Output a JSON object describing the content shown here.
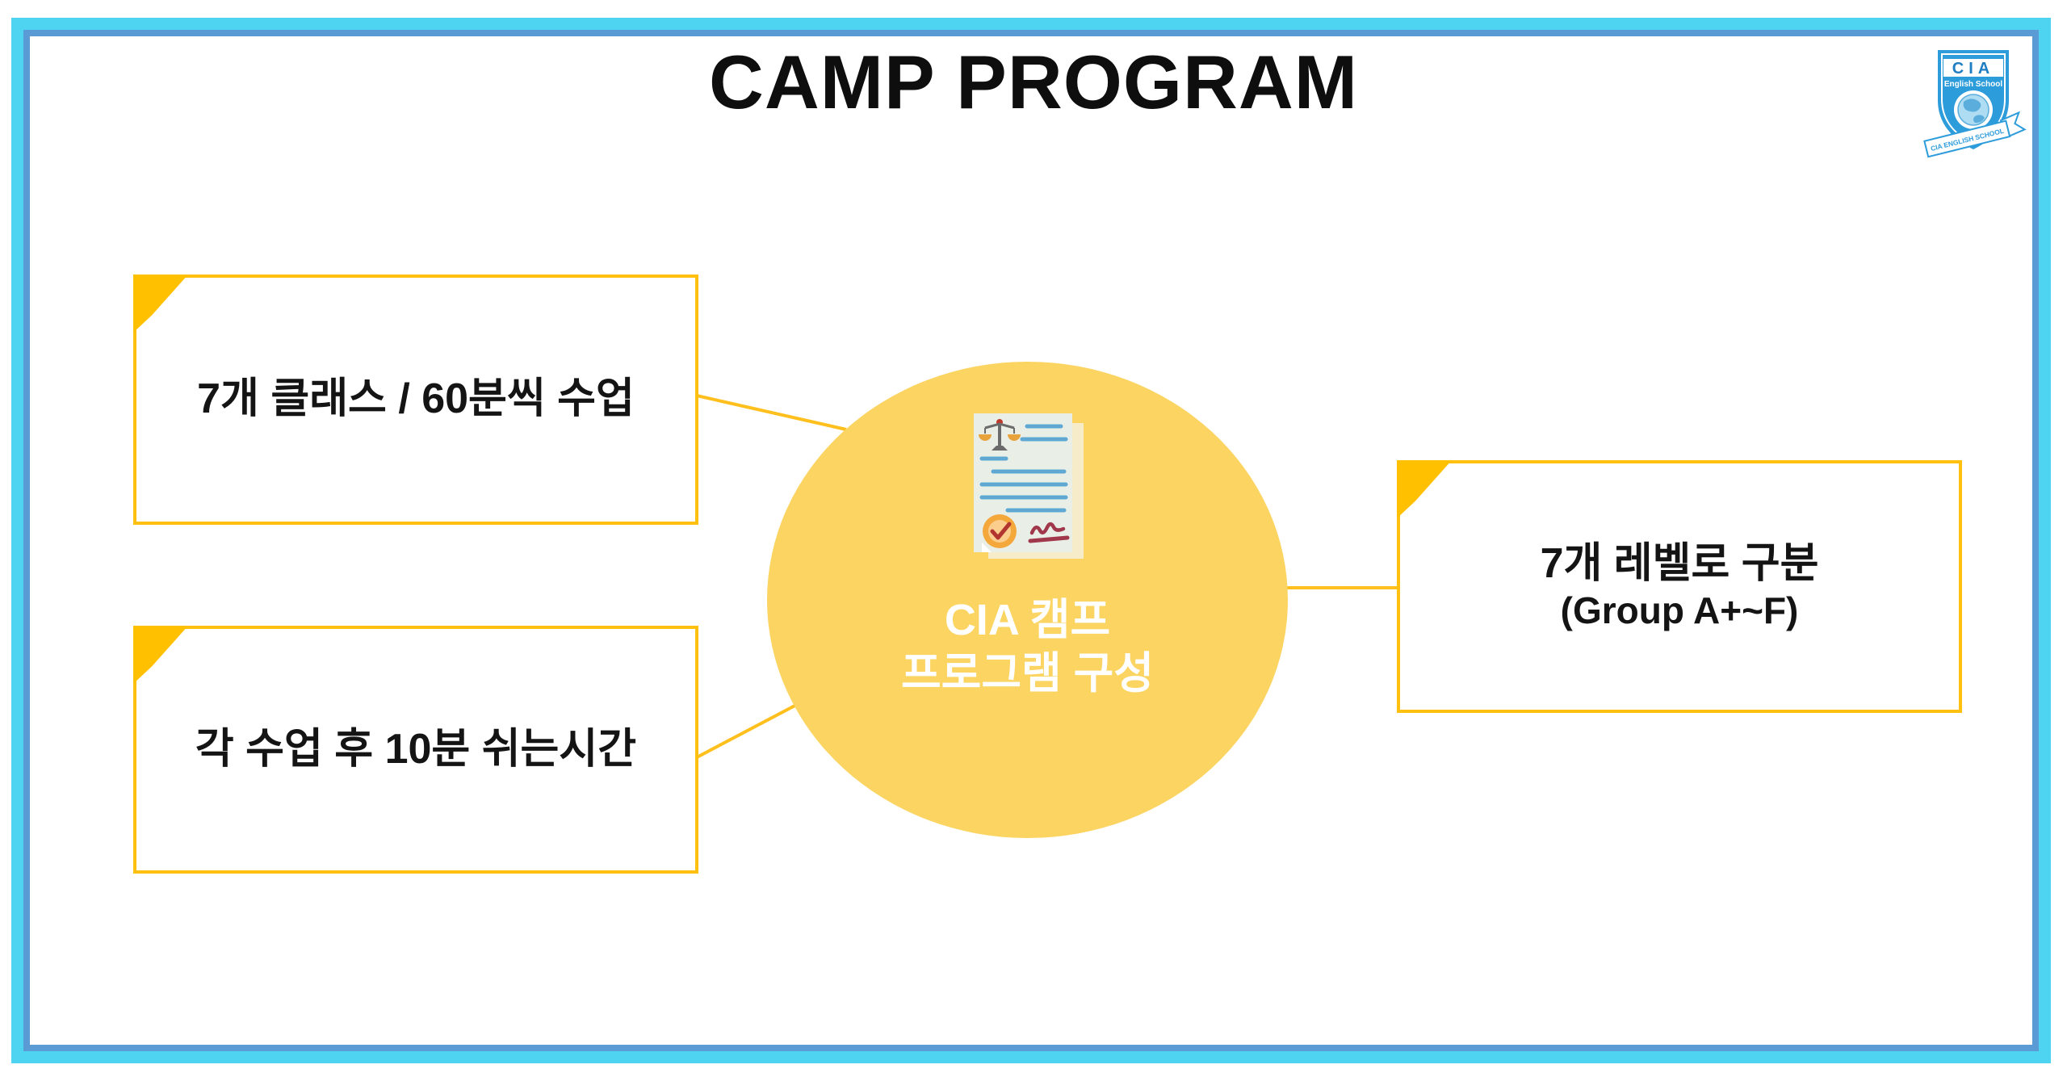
{
  "slide": {
    "title": "CAMP PROGRAM"
  },
  "logo": {
    "abbr": "CIA",
    "school": "English School",
    "ribbon": "CIA ENGLISH SCHOOL",
    "icon": "school-crest-shield-globe"
  },
  "center": {
    "line1": "CIA 캠프",
    "line2": "프로그램 구성",
    "icon": "contract-document-icon"
  },
  "nodes": [
    {
      "id": "classes",
      "label": "7개 클래스 / 60분씩 수업"
    },
    {
      "id": "breaks",
      "label": "각 수업 후 10분 쉬는시간"
    },
    {
      "id": "levels",
      "line1": "7개 레벨로 구분",
      "line2": "(Group A+~F)"
    }
  ],
  "colors": {
    "frame_outer_cyan": "#4ED3F0",
    "frame_inner_blue": "#5B9BD5",
    "accent_gold": "#FFC000",
    "hub_yellow": "#FBD462",
    "hub_text": "#FFFFFF",
    "logo_blue": "#2D9CDB",
    "doc_line_blue": "#5FA8D3",
    "doc_check_orange": "#F4A83C",
    "doc_signature_red": "#A0374B"
  }
}
